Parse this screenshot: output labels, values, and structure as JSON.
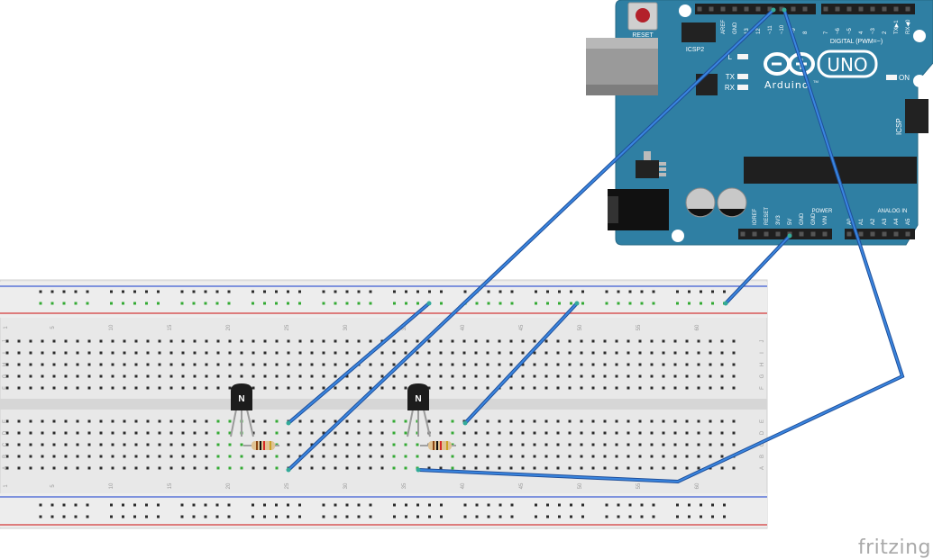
{
  "watermark": "fritzing",
  "arduino": {
    "logo_text": "UNO",
    "brand_text": "Arduino",
    "tm": "TM",
    "reset_label": "RESET",
    "icsp2_label": "ICSP2",
    "icsp_label": "ICSP",
    "digital_label": "DIGITAL (PWM=~)",
    "on_label": "ON",
    "l_label": "L",
    "tx_label": "TX",
    "rx_label": "RX",
    "power_label": "POWER",
    "analog_label": "ANALOG IN",
    "top_header_labels": [
      "AREF",
      "GND",
      "13",
      "12",
      "~11",
      "~10",
      "~9",
      "8",
      "7",
      "~6",
      "~5",
      "4",
      "~3",
      "2",
      "TX▶1",
      "RX◀0"
    ],
    "power_header_labels": [
      "IOREF",
      "RESET",
      "3V3",
      "5V",
      "GND",
      "GND",
      "VIN"
    ],
    "analog_header_labels": [
      "A0",
      "A1",
      "A2",
      "A3",
      "A4",
      "A5"
    ],
    "board_color": "#2f7fa3"
  },
  "breadboard": {
    "column_numbers": [
      "1",
      "5",
      "10",
      "15",
      "20",
      "25",
      "30",
      "35",
      "40",
      "45",
      "50",
      "55",
      "60"
    ],
    "row_letters_top": [
      "J",
      "I",
      "H",
      "G",
      "F"
    ],
    "row_letters_bottom": [
      "E",
      "D",
      "C",
      "B",
      "A"
    ]
  },
  "components": {
    "transistor_label": "N",
    "transistor_count": 2,
    "resistor_count": 2
  },
  "colors": {
    "wire": "#2a6fd1",
    "rail_red": "#d43a3a",
    "rail_blue": "#3d5bd4",
    "connected_hole": "#33aa33",
    "breadboard": "#e6e6e6"
  }
}
